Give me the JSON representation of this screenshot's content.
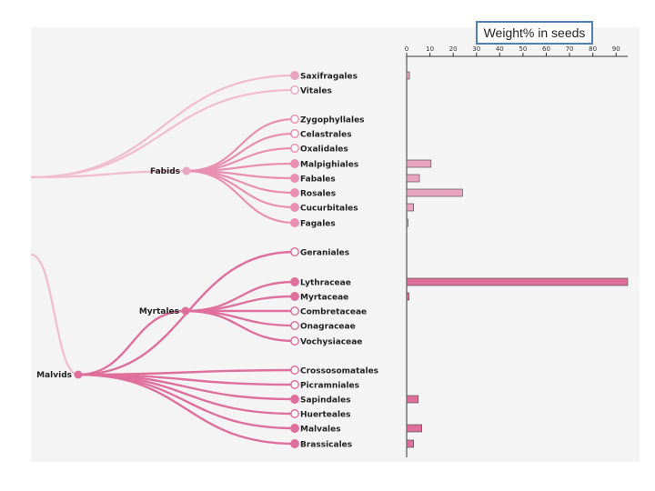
{
  "chart_data": {
    "type": "bar",
    "title": "Weight% in seeds",
    "tree": {
      "name": "Malvids",
      "clades": [
        {
          "name": "Fabids",
          "children": [
            "Zygophyllales",
            "Celastrales",
            "Oxalidales",
            "Malpighiales",
            "Fabales",
            "Rosales",
            "Cucurbitales",
            "Fagales"
          ]
        },
        {
          "name": "Myrtales",
          "children": [
            "Geraniales",
            "Lythraceae",
            "Myrtaceae",
            "Combretaceae",
            "Onagraceae",
            "Vochysiaceae"
          ]
        },
        {
          "name": "Malvids",
          "children": [
            "Crossosomatales",
            "Picramniales",
            "Sapindales",
            "Huerteales",
            "Malvales",
            "Brassicales"
          ]
        }
      ],
      "top_leaves": [
        "Saxifragales",
        "Vitales"
      ]
    },
    "categories": [
      "Saxifragales",
      "Vitales",
      "Zygophyllales",
      "Celastrales",
      "Oxalidales",
      "Malpighiales",
      "Fabales",
      "Rosales",
      "Cucurbitales",
      "Fagales",
      "Geraniales",
      "Lythraceae",
      "Myrtaceae",
      "Combretaceae",
      "Onagraceae",
      "Vochysiaceae",
      "Crossosomatales",
      "Picramniales",
      "Sapindales",
      "Huerteales",
      "Malvales",
      "Brassicales"
    ],
    "values": [
      1.2,
      0,
      0,
      0,
      0,
      10.5,
      5.5,
      24,
      3,
      0.5,
      0,
      95,
      1,
      0,
      0,
      0,
      0,
      0,
      5,
      0,
      6.5,
      3
    ],
    "filled": [
      true,
      false,
      false,
      false,
      false,
      true,
      true,
      true,
      true,
      true,
      false,
      true,
      true,
      false,
      false,
      false,
      false,
      false,
      true,
      false,
      true,
      true
    ],
    "xlim": [
      0,
      95
    ],
    "xticks": [
      0,
      10,
      20,
      30,
      40,
      50,
      60,
      70,
      80,
      90
    ],
    "colors": {
      "light": "#f2bccf",
      "mid": "#e990b0",
      "dark": "#df6f9c",
      "bar_light": "#e9a5be",
      "bar_dark": "#dd6f98"
    }
  }
}
